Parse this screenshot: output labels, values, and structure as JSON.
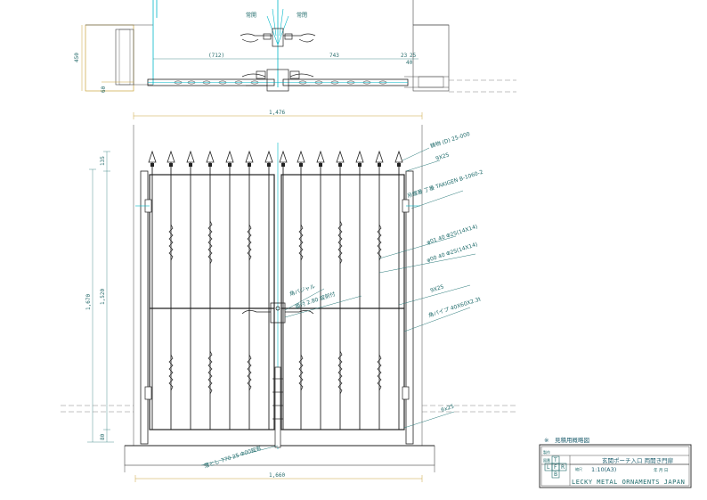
{
  "plan": {
    "label_left_swing": "常開",
    "label_right_swing": "常閉",
    "dim_left": "(712)",
    "dim_right": "743",
    "dim_side_a": "23",
    "dim_side_b": "25",
    "dim_side_c": "40",
    "dim_vertical": "450",
    "dim_small": "60"
  },
  "elevation": {
    "overall_top": "1,476",
    "overall_bottom": "1,660",
    "height_total": "1,670",
    "height_main": "1,520",
    "height_top": "135",
    "height_bottom": "80"
  },
  "callouts": [
    "鋳物 (D) 25-000",
    "9X25",
    "吊蝶番 丁番 TAKIGEN B-1060-2",
    "φ01 40 Φ25(14X14)",
    "φ00 40 Φ25(14X14)",
    "9X25",
    "角パイプ 40X60X2.3t",
    "角バジャル",
    "面付 2.80 錠前付",
    "6x25",
    "落とし 770 25 Φ00錠有"
  ],
  "title_block": {
    "header": "※　見積用概略図",
    "row1_label": "製作",
    "row2_label": "図番",
    "drawing_title": "玄関ポーチ入口 両開き門扉",
    "scale": "1:10(A3)",
    "scale_label": "縮尺",
    "date": "年 月 日",
    "logo_letters": [
      "T",
      "L",
      "F",
      "R",
      "B"
    ],
    "company": "LECKY METAL ORNAMENTS JAPAN"
  },
  "colors": {
    "line": "#222222",
    "dim": "#2a7a7a",
    "accent_cyan": "#00b7c8",
    "wall_gold": "#c9a43a"
  }
}
